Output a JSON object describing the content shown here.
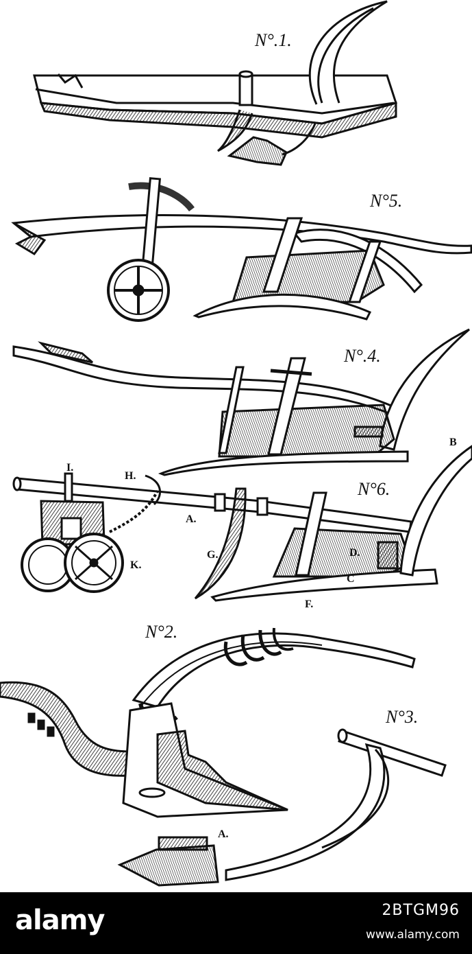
{
  "figure_labels": {
    "no1": "N°.1.",
    "no5": "N°5.",
    "no4": "N°.4.",
    "no6": "N°6.",
    "no2": "N°2.",
    "no3": "N°3."
  },
  "part_letters": {
    "I": "I.",
    "H": "H.",
    "A_upper": "A.",
    "B": "B",
    "G": "G.",
    "K": "K.",
    "D": "D.",
    "C": "C",
    "F": "F.",
    "A_lower": "A."
  },
  "stock_footer": {
    "brand": "alamy",
    "image_id": "2BTGM96",
    "url": "www.alamy.com"
  },
  "colors": {
    "ink": "#111111",
    "paper": "#ffffff",
    "footer_bg": "#000000",
    "footer_text": "#ffffff"
  }
}
